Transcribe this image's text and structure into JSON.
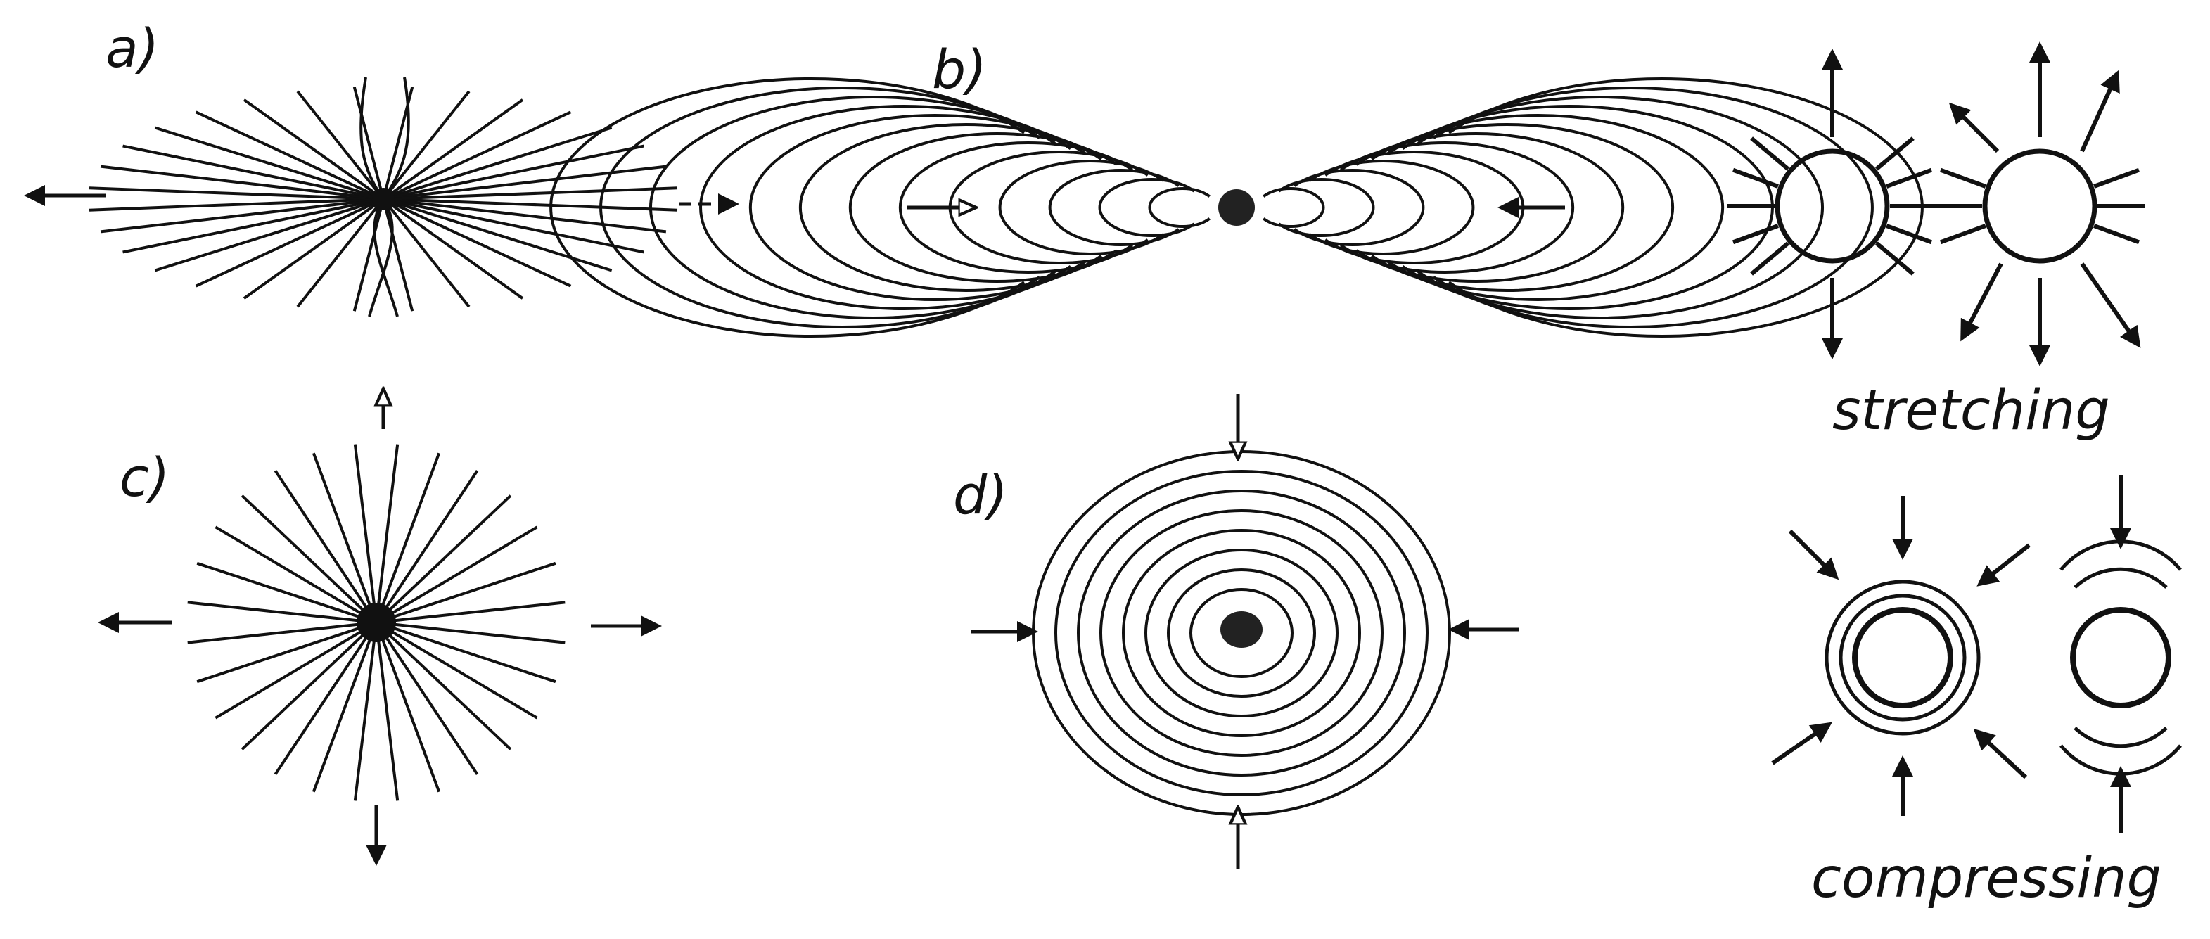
{
  "labels": {
    "a": "a)",
    "b": "b)",
    "c": "c)",
    "d": "d)",
    "stretching": "stretching",
    "compressing": "compressing"
  },
  "colors": {
    "ink": "#111111",
    "background": "#ffffff"
  }
}
